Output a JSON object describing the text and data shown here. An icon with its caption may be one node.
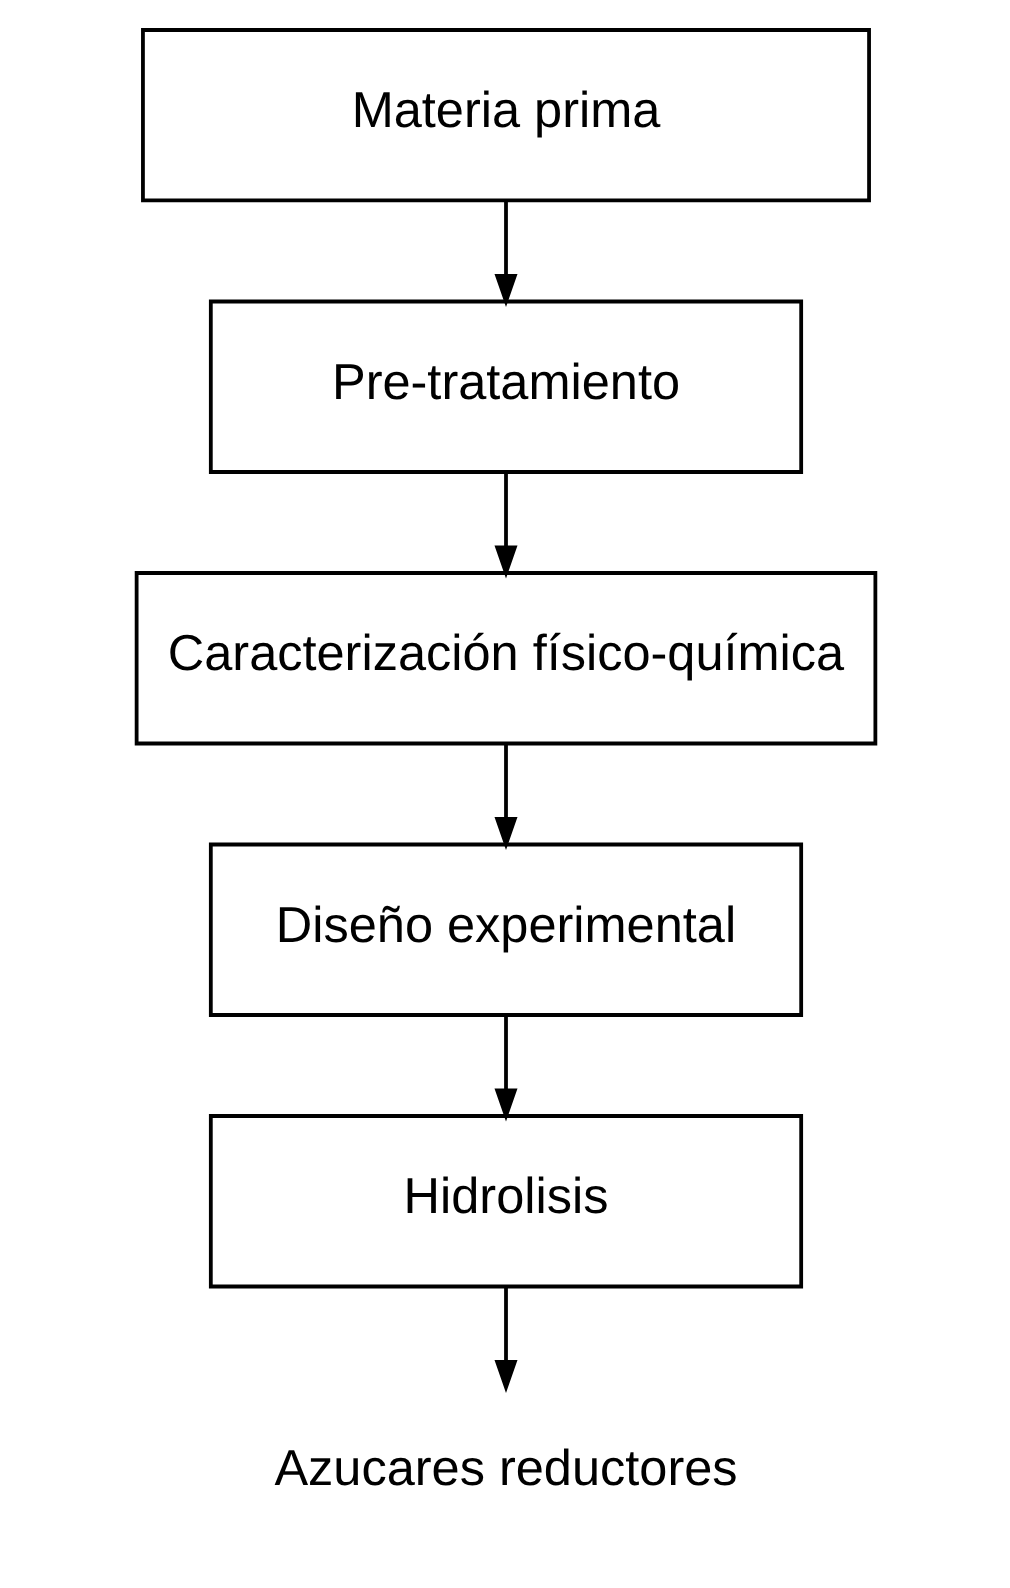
{
  "diagram": {
    "nodes": [
      {
        "text": [
          "Materia prima"
        ]
      },
      {
        "text": [
          "Pre-tratamiento"
        ]
      },
      {
        "text": [
          "Caracterización físico-química"
        ]
      },
      {
        "text": [
          "Diseño experimental"
        ]
      },
      {
        "text": [
          "Hidrolisis"
        ]
      },
      {
        "text": [
          "Azucares reductores"
        ]
      }
    ],
    "edges": [
      {
        "from": 0,
        "to": 1,
        "arrow": "to"
      },
      {
        "from": 1,
        "to": 2,
        "arrow": "to"
      },
      {
        "from": 2,
        "to": 3,
        "arrow": "to"
      },
      {
        "from": 3,
        "to": 4,
        "arrow": "to"
      },
      {
        "from": 4,
        "to": 5,
        "arrow": "to"
      }
    ]
  }
}
